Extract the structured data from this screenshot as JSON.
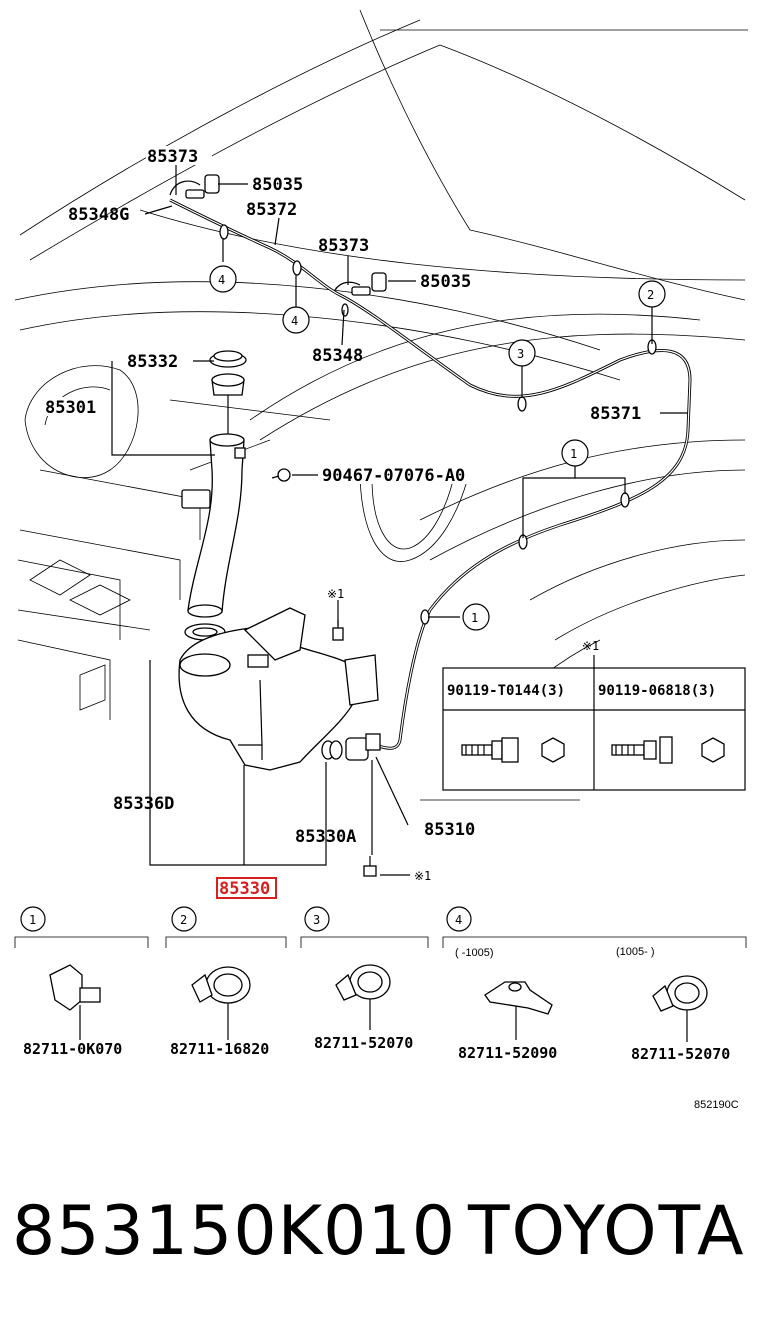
{
  "diagram": {
    "labels": {
      "p85373_a": "85373",
      "p85035_a": "85035",
      "p85348G": "85348G",
      "p85372": "85372",
      "p85373_b": "85373",
      "p85035_b": "85035",
      "p85348": "85348",
      "p85332": "85332",
      "p85301": "85301",
      "p85371": "85371",
      "p90467": "90467-07076-A0",
      "p85336D": "85336D",
      "p85330A": "85330A",
      "p85310": "85310",
      "p85330": "85330"
    },
    "callouts": {
      "c1": "1",
      "c2": "2",
      "c3": "3",
      "c4": "4"
    },
    "note_marks": {
      "m1": "※1",
      "m2": "※1",
      "m3": "※1"
    },
    "bolt_table": {
      "col1": "90119-T0144(3)",
      "col2": "90119-06818(3)"
    },
    "clip_sections": {
      "s1_num": "1",
      "s1_part": "82711-0K070",
      "s2_num": "2",
      "s2_part": "82711-16820",
      "s3_num": "3",
      "s3_part": "82711-52070",
      "s4_num": "4",
      "s4_range_a": "(   -1005)",
      "s4_range_b": "(1005-    )",
      "s4_part_a": "82711-52090",
      "s4_part_b": "82711-52070"
    },
    "ref_code": "852190C"
  },
  "footer": {
    "part_number": "853150K010",
    "brand": "TOYOTA"
  },
  "colors": {
    "highlight": "#d62020",
    "ink": "#000000"
  }
}
